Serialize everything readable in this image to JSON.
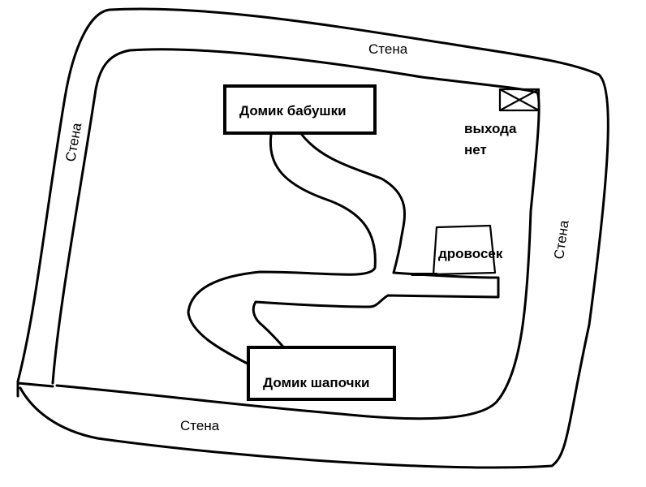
{
  "labels": {
    "wall_top": "Стена",
    "wall_left": "Стена",
    "wall_right": "Стена",
    "wall_bottom": "Стена",
    "grandma_house": "Домик бабушки",
    "hood_house": "Домик шапочки",
    "woodcutter": "дровосек",
    "no_exit_line1": "выхода",
    "no_exit_line2": "нет"
  }
}
